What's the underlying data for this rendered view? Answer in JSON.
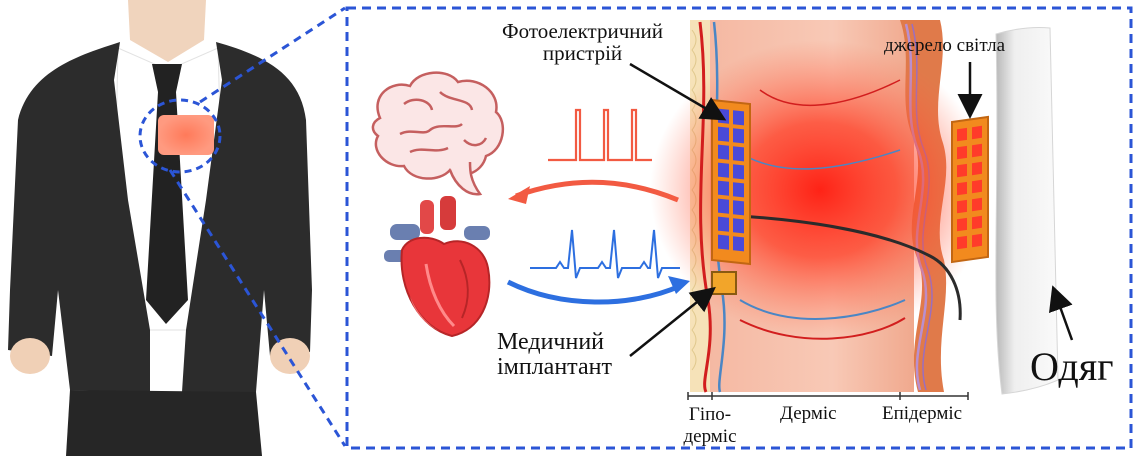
{
  "labels": {
    "photoelectric_line1": "Фотоелектричний",
    "photoelectric_line2": "пристрій",
    "light_source": "джерело світла",
    "implant_line1": "Медичний",
    "implant_line2": "імплантант",
    "hypodermis_line1": "Гіпо-",
    "hypodermis_line2": "дерміс",
    "dermis": "Дерміс",
    "epidermis": "Епідерміс",
    "clothing": "Одяг"
  },
  "colors": {
    "zoom_border": "#2b55d6",
    "signal_red": "#f25a42",
    "signal_blue": "#2d6fe0",
    "tissue_light": "#f7c6b3",
    "glow_red": "#ff2a1a",
    "suit": "#2c2c2c",
    "tie": "#222222",
    "panel_orange": "#f28a1e",
    "panel_blue": "#4a4ad8"
  }
}
